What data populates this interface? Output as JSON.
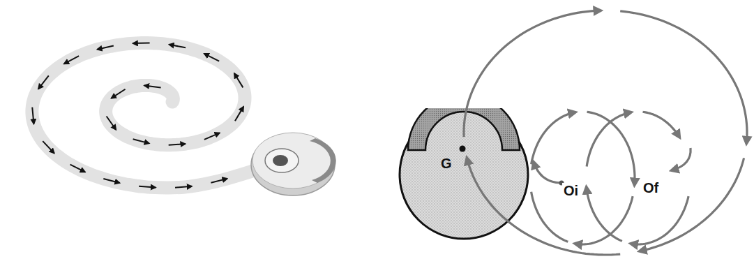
{
  "diagram": {
    "nodes": [
      {
        "text": [
          "G"
        ]
      }
    ],
    "labels": [
      "Oi",
      "Of"
    ]
  }
}
